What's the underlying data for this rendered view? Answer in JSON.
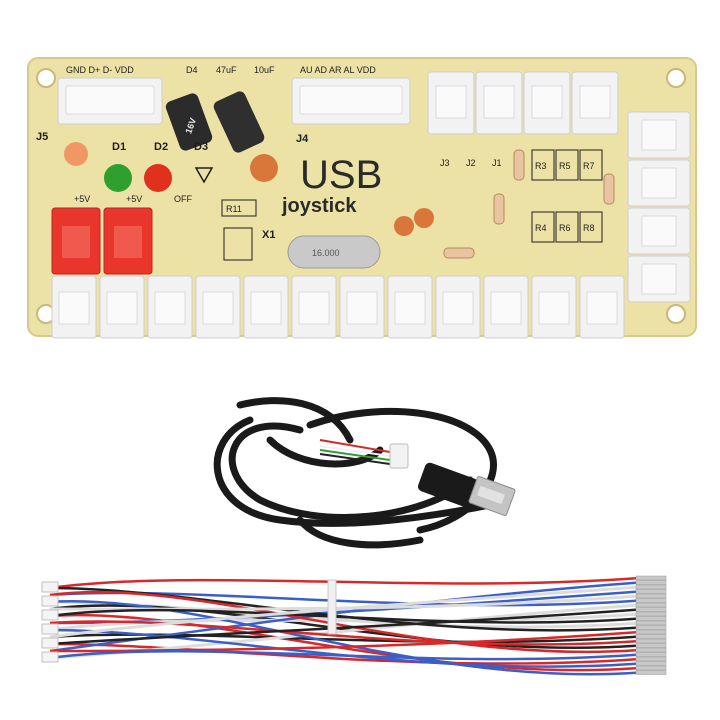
{
  "product": {
    "board": {
      "title": "USB",
      "subtitle": "joystick",
      "header_labels": {
        "j5_pins": "GND D+  D-  VDD",
        "j4_pins": "AU  AD  AR  AL VDD",
        "j5": "J5",
        "j4": "J4"
      },
      "components": {
        "d1": "D1",
        "d2": "D2",
        "d3": "D3",
        "d4": "D4",
        "cap1_value": "47uF",
        "cap2_value": "10uF",
        "cap_rating": "16V",
        "r11": "R11",
        "x1": "X1",
        "crystal_value": "16.000",
        "plus5v_left": "+5V",
        "plus5v_right": "+5V",
        "off": "OFF",
        "j1": "J1",
        "j2": "J2",
        "j3": "J3",
        "r3": "R3",
        "r4": "R4",
        "r5": "R5",
        "r6": "R6",
        "r7": "R7",
        "r8": "R8"
      }
    },
    "colors": {
      "pcb": "#ede2a6",
      "pcb_edge": "#d8c98a",
      "connector": "#f2f2f2",
      "power_connector": "#e8362c",
      "led_green": "#2fa02f",
      "led_red": "#e0301e",
      "cable_black": "#1a1a1a",
      "wire_red": "#d8282a",
      "wire_blue": "#3a5fc8",
      "wire_white": "#f0f0f0",
      "wire_black": "#222222"
    }
  }
}
